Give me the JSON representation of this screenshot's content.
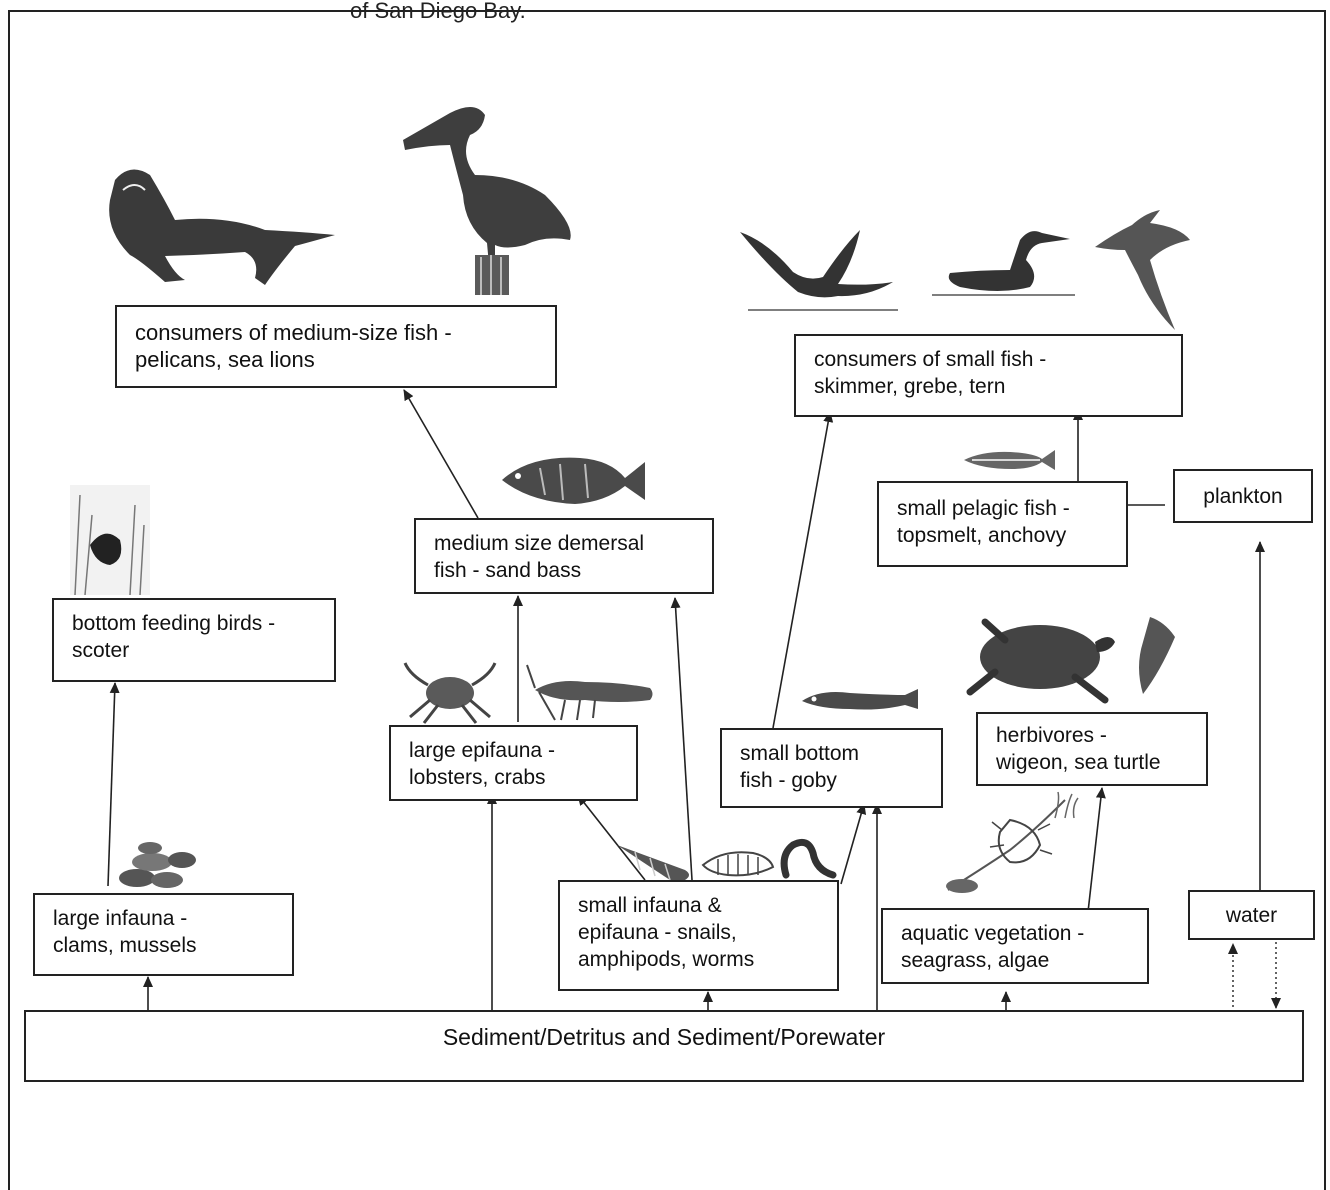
{
  "caption": "of San Diego Bay.",
  "nodes": {
    "medium_fish_consumers": "consumers of medium-size fish -\npelicans, sea lions",
    "small_fish_consumers": "consumers of small fish -\nskimmer, grebe, tern",
    "small_pelagic_fish": "small pelagic fish -\ntopsmelt, anchovy",
    "plankton": "plankton",
    "medium_demersal_fish": "medium size demersal\nfish - sand bass",
    "bottom_feeding_birds": "bottom feeding birds -\nscoter",
    "large_epifauna": "large epifauna -\nlobsters, crabs",
    "small_bottom_fish": "small bottom\nfish - goby",
    "herbivores": "herbivores -\nwigeon, sea turtle",
    "large_infauna": "large infauna -\nclams, mussels",
    "small_infauna": "small infauna &\nepifauna - snails,\namphipods, worms",
    "aquatic_vegetation": "aquatic vegetation -\nseagrass, algae",
    "water": "water",
    "sediment": "Sediment/Detritus and Sediment/Porewater"
  },
  "illustrations": [
    "sea-lion-icon",
    "pelican-icon",
    "skimmer-icon",
    "grebe-icon",
    "tern-icon",
    "scoter-icon",
    "sand-bass-icon",
    "topsmelt-icon",
    "crab-icon",
    "lobster-icon",
    "goby-icon",
    "sea-turtle-icon",
    "algae-icon",
    "clams-icon",
    "snail-icon",
    "amphipod-icon",
    "worm-icon",
    "seagrass-icon"
  ],
  "colors": {
    "line": "#222222",
    "art": "#3a3a3a"
  }
}
